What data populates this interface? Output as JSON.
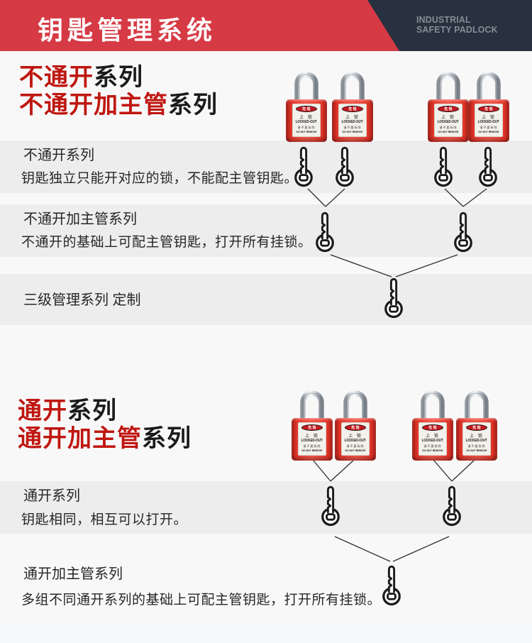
{
  "colors": {
    "banner_red": "#d63a44",
    "navy": "#28313f",
    "tagline_gray": "#878d95",
    "heading_red": "#bf1610",
    "text_dark": "#262626",
    "band_gray": "#ededed",
    "page_bg": "#f8f8f8",
    "footer_strip": "#f5f9fc",
    "line_color": "#2f2f2f",
    "padlock_red": "#e23a2e"
  },
  "header": {
    "title": "钥匙管理系统",
    "tagline_line1": "INDUSTRIAL",
    "tagline_line2": "SAFETY PADLOCK"
  },
  "section1": {
    "heading_line1_red": "不通开",
    "heading_line1_black": "系列",
    "heading_line2_red": "不通开加主管",
    "heading_line2_black": "系列",
    "rows": [
      {
        "title": "不通开系列",
        "desc": "钥匙独立只能开对应的锁，不能配主管钥匙。"
      },
      {
        "title": "不通开加主管系列",
        "desc": "不通开的基础上可配主管钥匙，打开所有挂锁。"
      },
      {
        "title": "三级管理系列 定制",
        "desc": ""
      }
    ]
  },
  "section2": {
    "heading_line1_red": "通开",
    "heading_line1_black": "系列",
    "heading_line2_red": "通开加主管",
    "heading_line2_black": "系列",
    "rows": [
      {
        "title": "通开系列",
        "desc": "钥匙相同，相互可以打开。"
      },
      {
        "title": "通开加主管系列",
        "desc": "多组不同通开系列的基础上可配主管钥匙，打开所有挂锁。"
      }
    ]
  },
  "padlock_label": {
    "danger": "危 险",
    "line1": "上 锁",
    "line2": "LOCKED-OUT",
    "line3": "请不要拆除",
    "line4": "DO NOT REMOVE"
  }
}
